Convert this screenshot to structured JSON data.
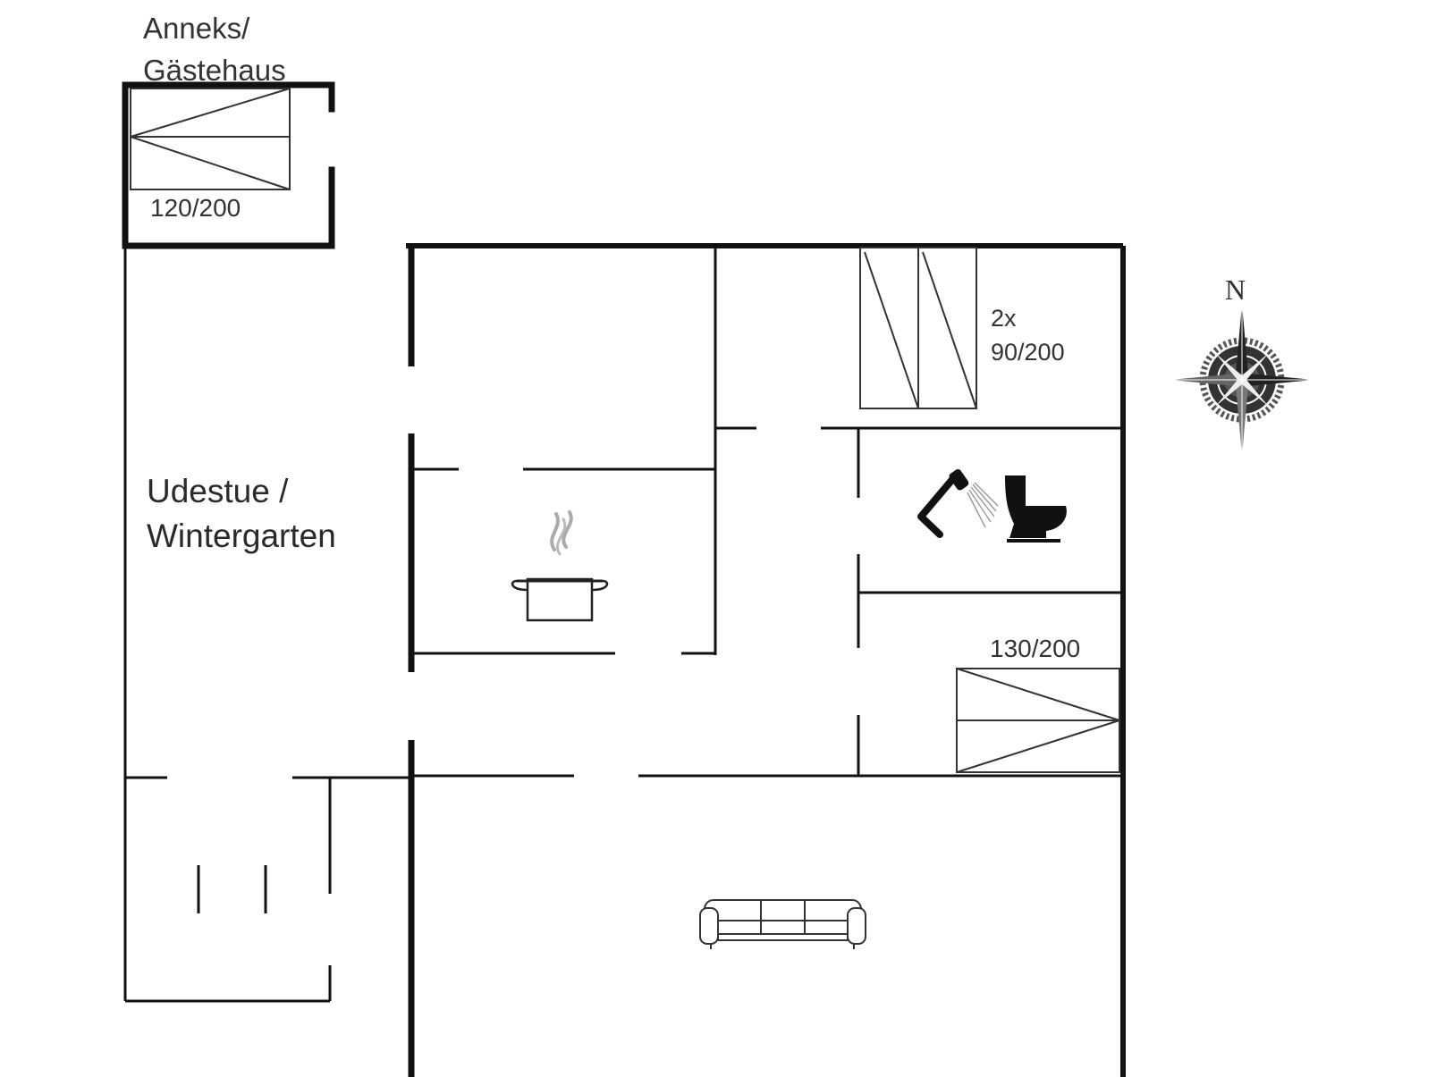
{
  "labels": {
    "annex_line1": "Anneks/",
    "annex_line2": "Gästehaus",
    "sunroom_line1": "Udestue /",
    "sunroom_line2": "Wintergarten",
    "annex_bed": "120/200",
    "bedroom_bed_count": "2x",
    "bedroom_bed_size": "90/200",
    "second_bedroom_bed": "130/200",
    "compass_north": "N"
  },
  "icons": {
    "kitchen": "cooking-pot-icon",
    "bathroom_shower": "shower-icon",
    "bathroom_toilet": "toilet-icon",
    "living_room": "sofa-icon",
    "compass": "compass-rose-icon"
  },
  "colors": {
    "wall": "#111111",
    "furniture": "#333333",
    "steam": "#aaaaaa"
  }
}
